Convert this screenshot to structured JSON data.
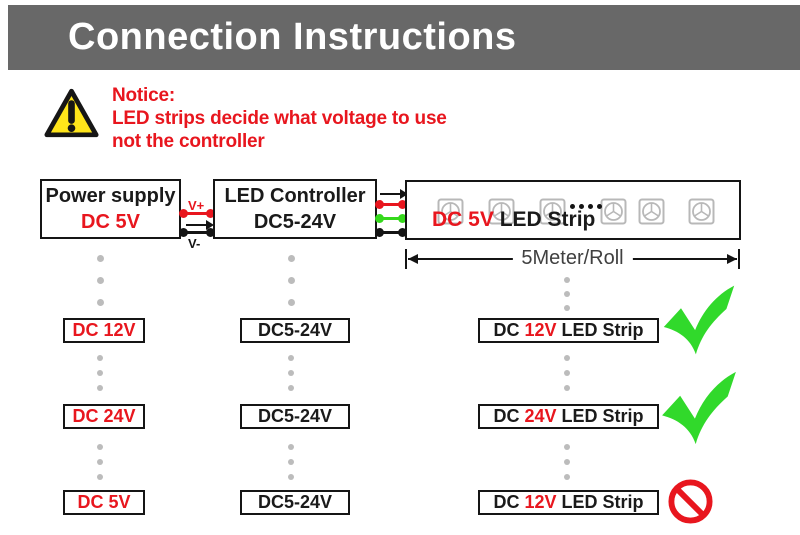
{
  "title": "Connection Instructions",
  "notice": {
    "heading": "Notice:",
    "lines": [
      "LED strips decide what voltage to use",
      "not the controller"
    ]
  },
  "main_diagram": {
    "power_supply": {
      "name": "Power supply",
      "voltage": "DC 5V"
    },
    "controller": {
      "name": "LED Controller",
      "voltage": "DC5-24V"
    },
    "wire_labels": {
      "positive": "V+",
      "negative": "V-"
    },
    "led_strip": {
      "voltage": "DC 5V",
      "suffix": " LED Strip"
    },
    "dimension_label": "5Meter/Roll"
  },
  "combinations": [
    {
      "power": "DC 12V",
      "controller": "DC5-24V",
      "strip_prefix": "DC ",
      "strip_voltage": "12V",
      "strip_suffix": " LED Strip",
      "result": "compatible"
    },
    {
      "power": "DC 24V",
      "controller": "DC5-24V",
      "strip_prefix": "DC ",
      "strip_voltage": "24V",
      "strip_suffix": " LED Strip",
      "result": "compatible"
    },
    {
      "power": "DC 5V",
      "controller": "DC5-24V",
      "strip_prefix": "DC ",
      "strip_voltage": "12V",
      "strip_suffix": " LED Strip",
      "result": "incompatible"
    }
  ],
  "colors": {
    "title_bar": "#686868",
    "accent_red": "#e8161e",
    "wire_green": "#35d91c",
    "check_green": "#31d92b",
    "warning_yellow": "#ffe51a",
    "dot_gray": "#bcbcbc"
  }
}
